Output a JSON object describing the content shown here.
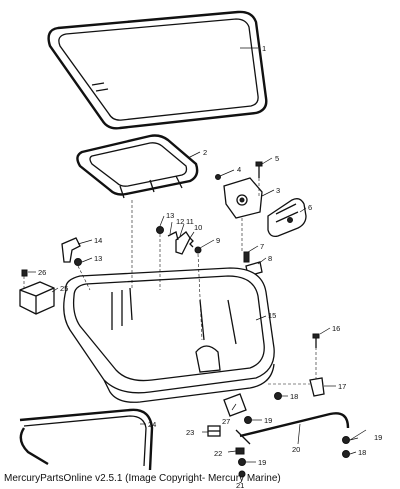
{
  "callouts": [
    "1",
    "2",
    "3",
    "4",
    "5",
    "6",
    "7",
    "8",
    "9",
    "10",
    "11",
    "12",
    "13",
    "13",
    "14",
    "15",
    "16",
    "17",
    "18",
    "18",
    "19",
    "19",
    "19",
    "20",
    "21",
    "22",
    "23",
    "24",
    "25",
    "26",
    "27"
  ],
  "footer": "MercuryPartsOnline v2.5.1 (Image Copyright- Mercury Marine)"
}
